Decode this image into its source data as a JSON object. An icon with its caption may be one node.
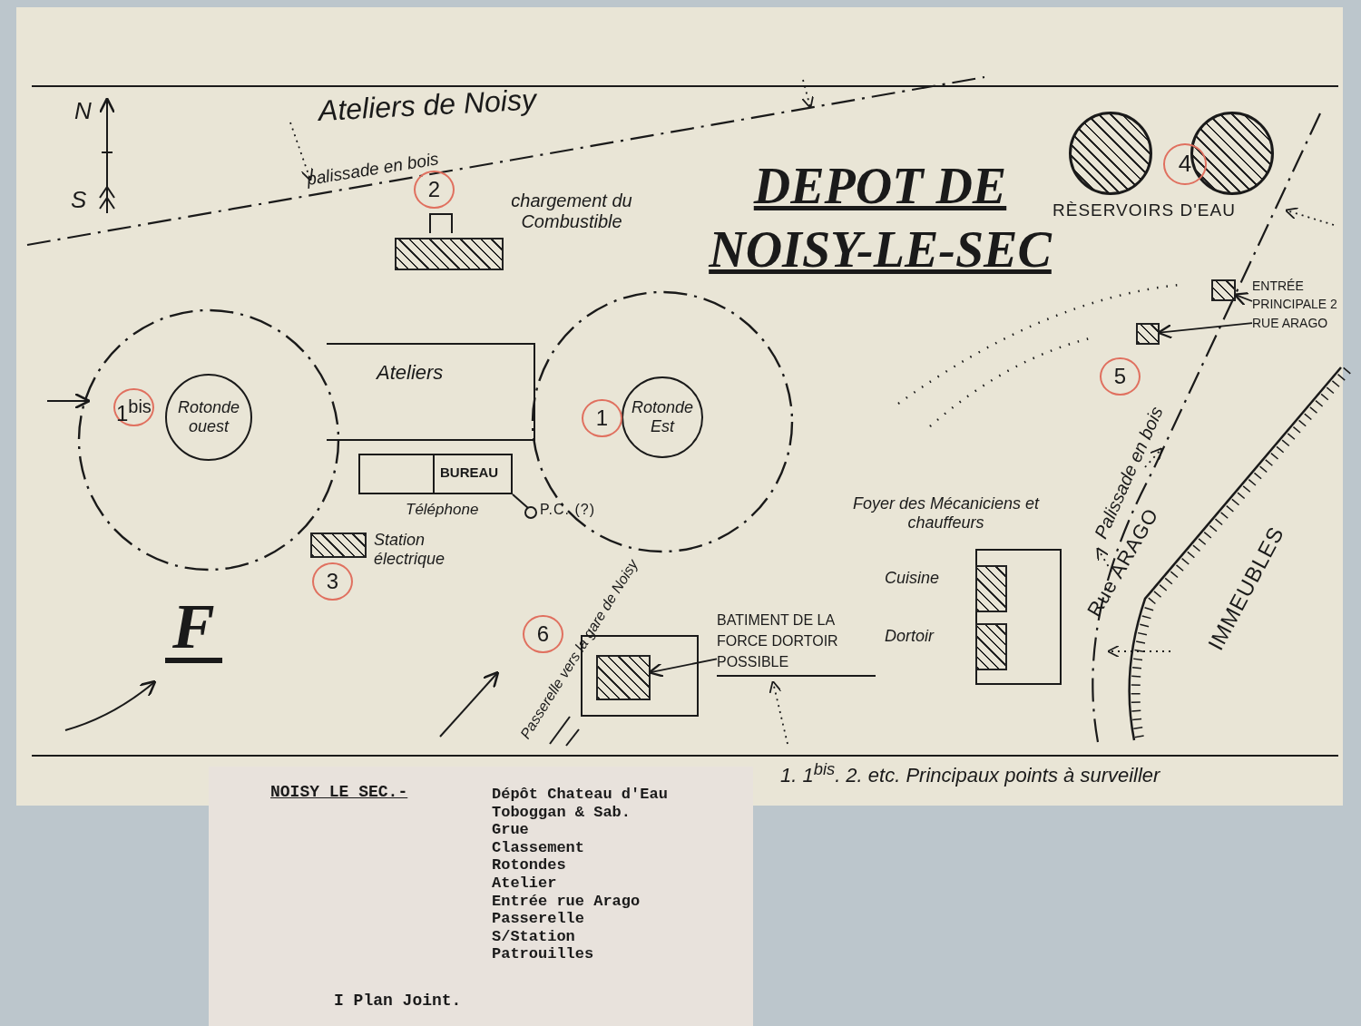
{
  "diagram": {
    "title": "DEPOT DE NOISY-LE-SEC",
    "nodes": [
      {
        "text": [],
        "shape": "circle"
      },
      {
        "text": [
          "Rotonde ouest"
        ],
        "in": 0
      },
      {
        "text": [
          "Ateliers"
        ]
      },
      {
        "text": [],
        "shape": "circle"
      },
      {
        "text": [
          "Rotonde Est"
        ],
        "in": 3
      },
      {
        "text": [
          "BUREAU"
        ],
        "beside": [
          "Téléphone"
        ]
      },
      {
        "text": [
          "chargement du Combustible"
        ]
      },
      {
        "text": [
          "Station électrique"
        ]
      },
      {
        "text": [],
        "shape": "circle"
      },
      {
        "text": [],
        "shape": "circle"
      },
      {
        "text": [
          "Foyer des Mécaniciens et chauffeurs"
        ]
      },
      {
        "text": [
          "Cuisine"
        ],
        "in": 10
      },
      {
        "text": [
          "Dortoir"
        ],
        "in": 10
      },
      {
        "text": [],
        "shape": "box"
      },
      {
        "text": [],
        "shape": "box",
        "in": 13
      },
      {
        "text": [
          "BATIMENT DE LA FORCE DORTOIR POSSIBLE"
        ]
      },
      {
        "text": [],
        "shape": "box"
      },
      {
        "text": [],
        "shape": "box"
      },
      {
        "text": [
          "ENTRÉE PRINCIPALE 2 RUE ARAGO"
        ]
      },
      {
        "text": [
          "NOISY LE SEC.-",
          "Dépôt Chateau d'Eau",
          "Toboggan & Sab.",
          "Grue",
          "Classement",
          "Rotondes",
          "Atelier",
          "Entrée rue Arago",
          "Passerelle",
          "S/Station",
          "Patrouilles",
          "I Plan Joint."
        ]
      }
    ],
    "edges": [
      {
        "from": 15,
        "to": 14,
        "arrow": "to"
      },
      {
        "from": 18,
        "to": 16,
        "arrow": "to"
      },
      {
        "from": 18,
        "to": 17,
        "arrow": "to"
      }
    ],
    "labels": [
      "N",
      "S",
      "Ateliers de Noisy",
      "palissade en bois",
      "2",
      "4",
      "RÈSERVOIRS D'EAU",
      "5",
      "Palissade en bois",
      "Rue ARAGO",
      "IMMEUBLES",
      "1$^{bis}$",
      "1",
      "P.C. (?)",
      "3",
      "F",
      "6",
      "Passerelle vers la gare de Noisy",
      "1. 1$^{bis}$. 2. etc. Principaux points à surveiller"
    ]
  }
}
